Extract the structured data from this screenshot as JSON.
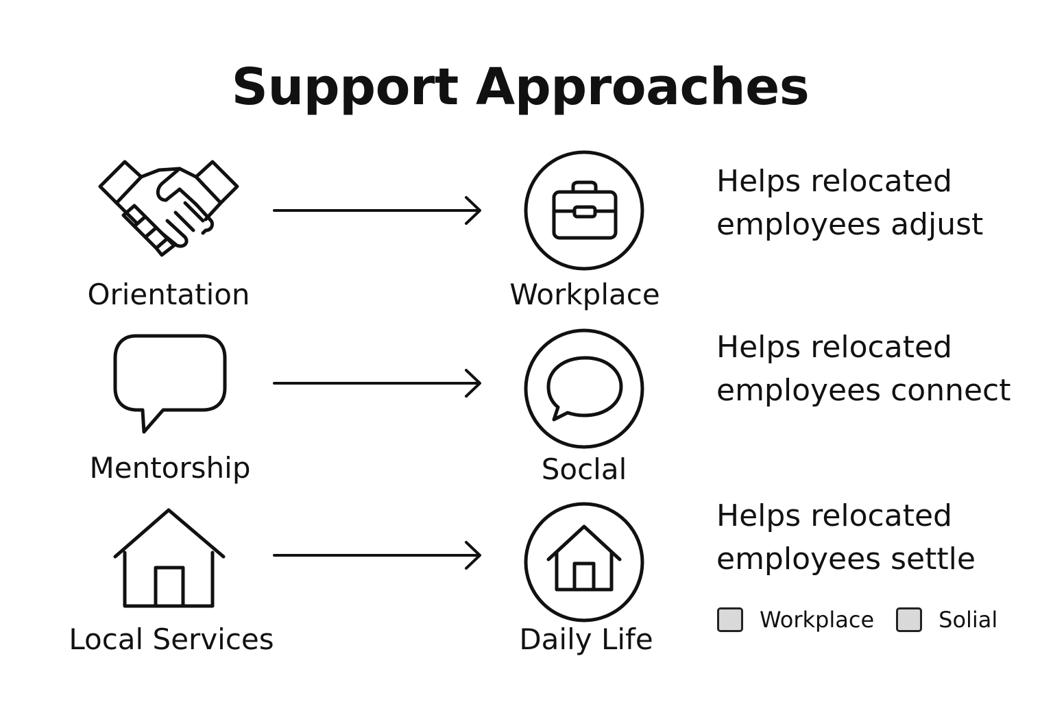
{
  "title": "Support Approaches",
  "colors": {
    "stroke": "#111111",
    "legend_swatch": "#d9d9d9"
  },
  "rows": [
    {
      "source_label": "Orientation",
      "source_icon": "handshake-icon",
      "target_label": "Workplace",
      "target_icon": "briefcase-icon",
      "description_line1": "Helps relocated",
      "description_line2": "employees adjust"
    },
    {
      "source_label": "Mentorship",
      "source_icon": "speech-bubble-icon",
      "target_label": "Soclal",
      "target_icon": "chat-bubble-icon",
      "description_line1": "Helps relocated",
      "description_line2": "employees connect"
    },
    {
      "source_label": "Local Services",
      "source_icon": "house-icon",
      "target_label": "Daily Life",
      "target_icon": "home-icon",
      "description_line1": "Helps relocated",
      "description_line2": "employees settle"
    }
  ],
  "legend": [
    {
      "label": "Workplace"
    },
    {
      "label": "Solial"
    }
  ]
}
